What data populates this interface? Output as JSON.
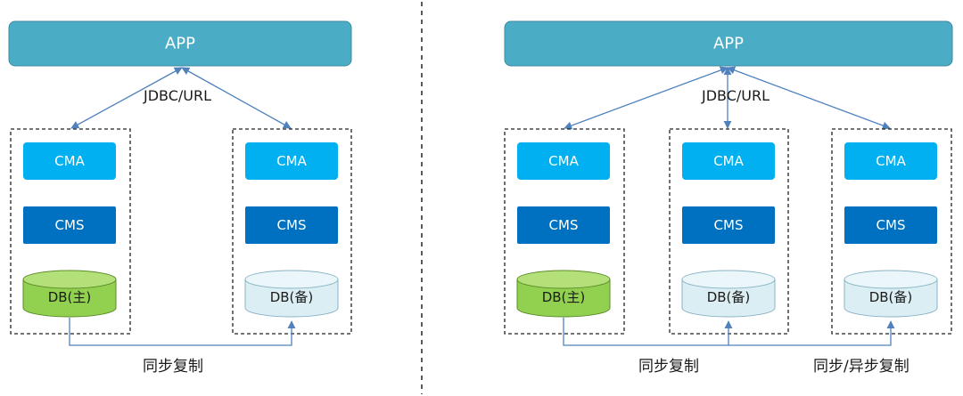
{
  "colors": {
    "app_fill": "#4bacc6",
    "app_stroke": "#3b8ba1",
    "cma_fill": "#00b0f0",
    "cms_fill": "#0070c0",
    "db_primary_fill": "#92d050",
    "db_primary_stroke": "#5b8c2a",
    "db_standby_fill": "#dbeef4",
    "db_standby_stroke": "#8ab4c4",
    "connector": "#4f81bd",
    "dashed_border": "#222222"
  },
  "left_scenario": {
    "app_label": "APP",
    "connection_label": "JDBC/URL",
    "nodes": [
      {
        "cma_label": "CMA",
        "cms_label": "CMS",
        "db_label": "DB(主)",
        "db_role": "primary"
      },
      {
        "cma_label": "CMA",
        "cms_label": "CMS",
        "db_label": "DB(备)",
        "db_role": "standby"
      }
    ],
    "replication_labels": [
      "同步复制"
    ]
  },
  "right_scenario": {
    "app_label": "APP",
    "connection_label": "JDBC/URL",
    "nodes": [
      {
        "cma_label": "CMA",
        "cms_label": "CMS",
        "db_label": "DB(主)",
        "db_role": "primary"
      },
      {
        "cma_label": "CMA",
        "cms_label": "CMS",
        "db_label": "DB(备)",
        "db_role": "standby"
      },
      {
        "cma_label": "CMA",
        "cms_label": "CMS",
        "db_label": "DB(备)",
        "db_role": "standby"
      }
    ],
    "replication_labels": [
      "同步复制",
      "同步/异步复制"
    ]
  }
}
